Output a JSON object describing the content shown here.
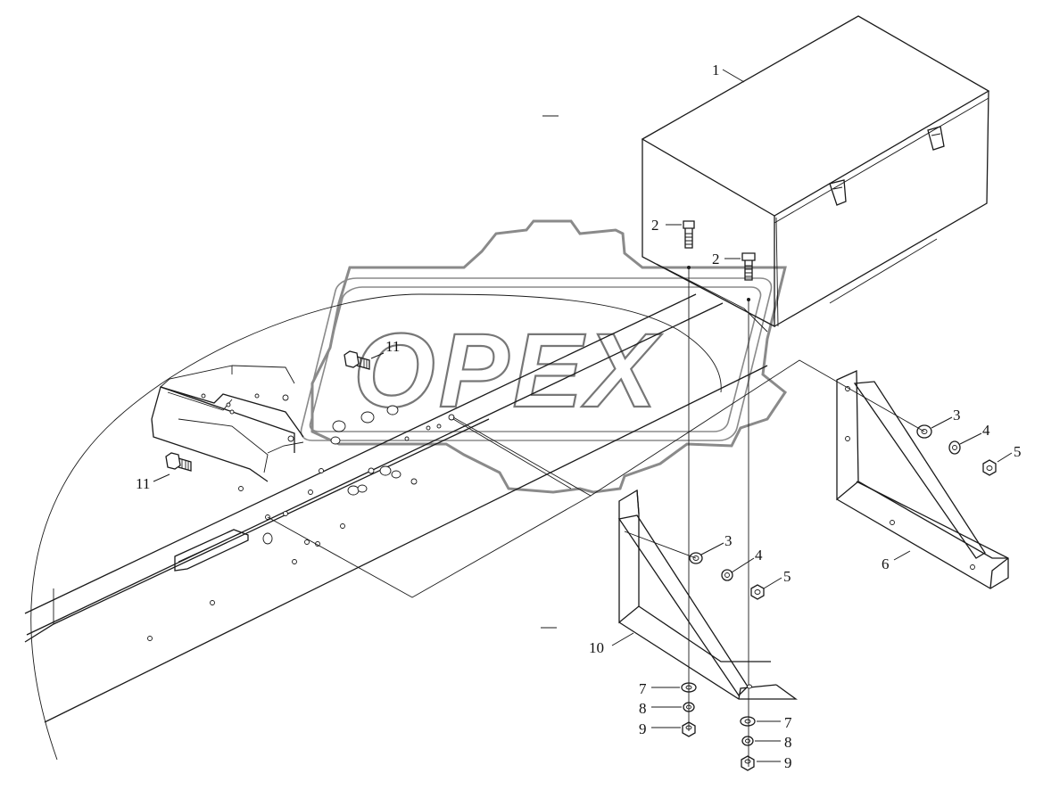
{
  "watermark": {
    "text": "OPEX"
  },
  "callouts": [
    {
      "id": "c1",
      "label": "1"
    },
    {
      "id": "c2a",
      "label": "2"
    },
    {
      "id": "c2b",
      "label": "2"
    },
    {
      "id": "c3a",
      "label": "3"
    },
    {
      "id": "c4a",
      "label": "4"
    },
    {
      "id": "c5a",
      "label": "5"
    },
    {
      "id": "c3b",
      "label": "3"
    },
    {
      "id": "c4b",
      "label": "4"
    },
    {
      "id": "c5b",
      "label": "5"
    },
    {
      "id": "c6",
      "label": "6"
    },
    {
      "id": "c7a",
      "label": "7"
    },
    {
      "id": "c8a",
      "label": "8"
    },
    {
      "id": "c9a",
      "label": "9"
    },
    {
      "id": "c7b",
      "label": "7"
    },
    {
      "id": "c8b",
      "label": "8"
    },
    {
      "id": "c9b",
      "label": "9"
    },
    {
      "id": "c10",
      "label": "10"
    },
    {
      "id": "c11a",
      "label": "11"
    },
    {
      "id": "c11b",
      "label": "11"
    }
  ]
}
